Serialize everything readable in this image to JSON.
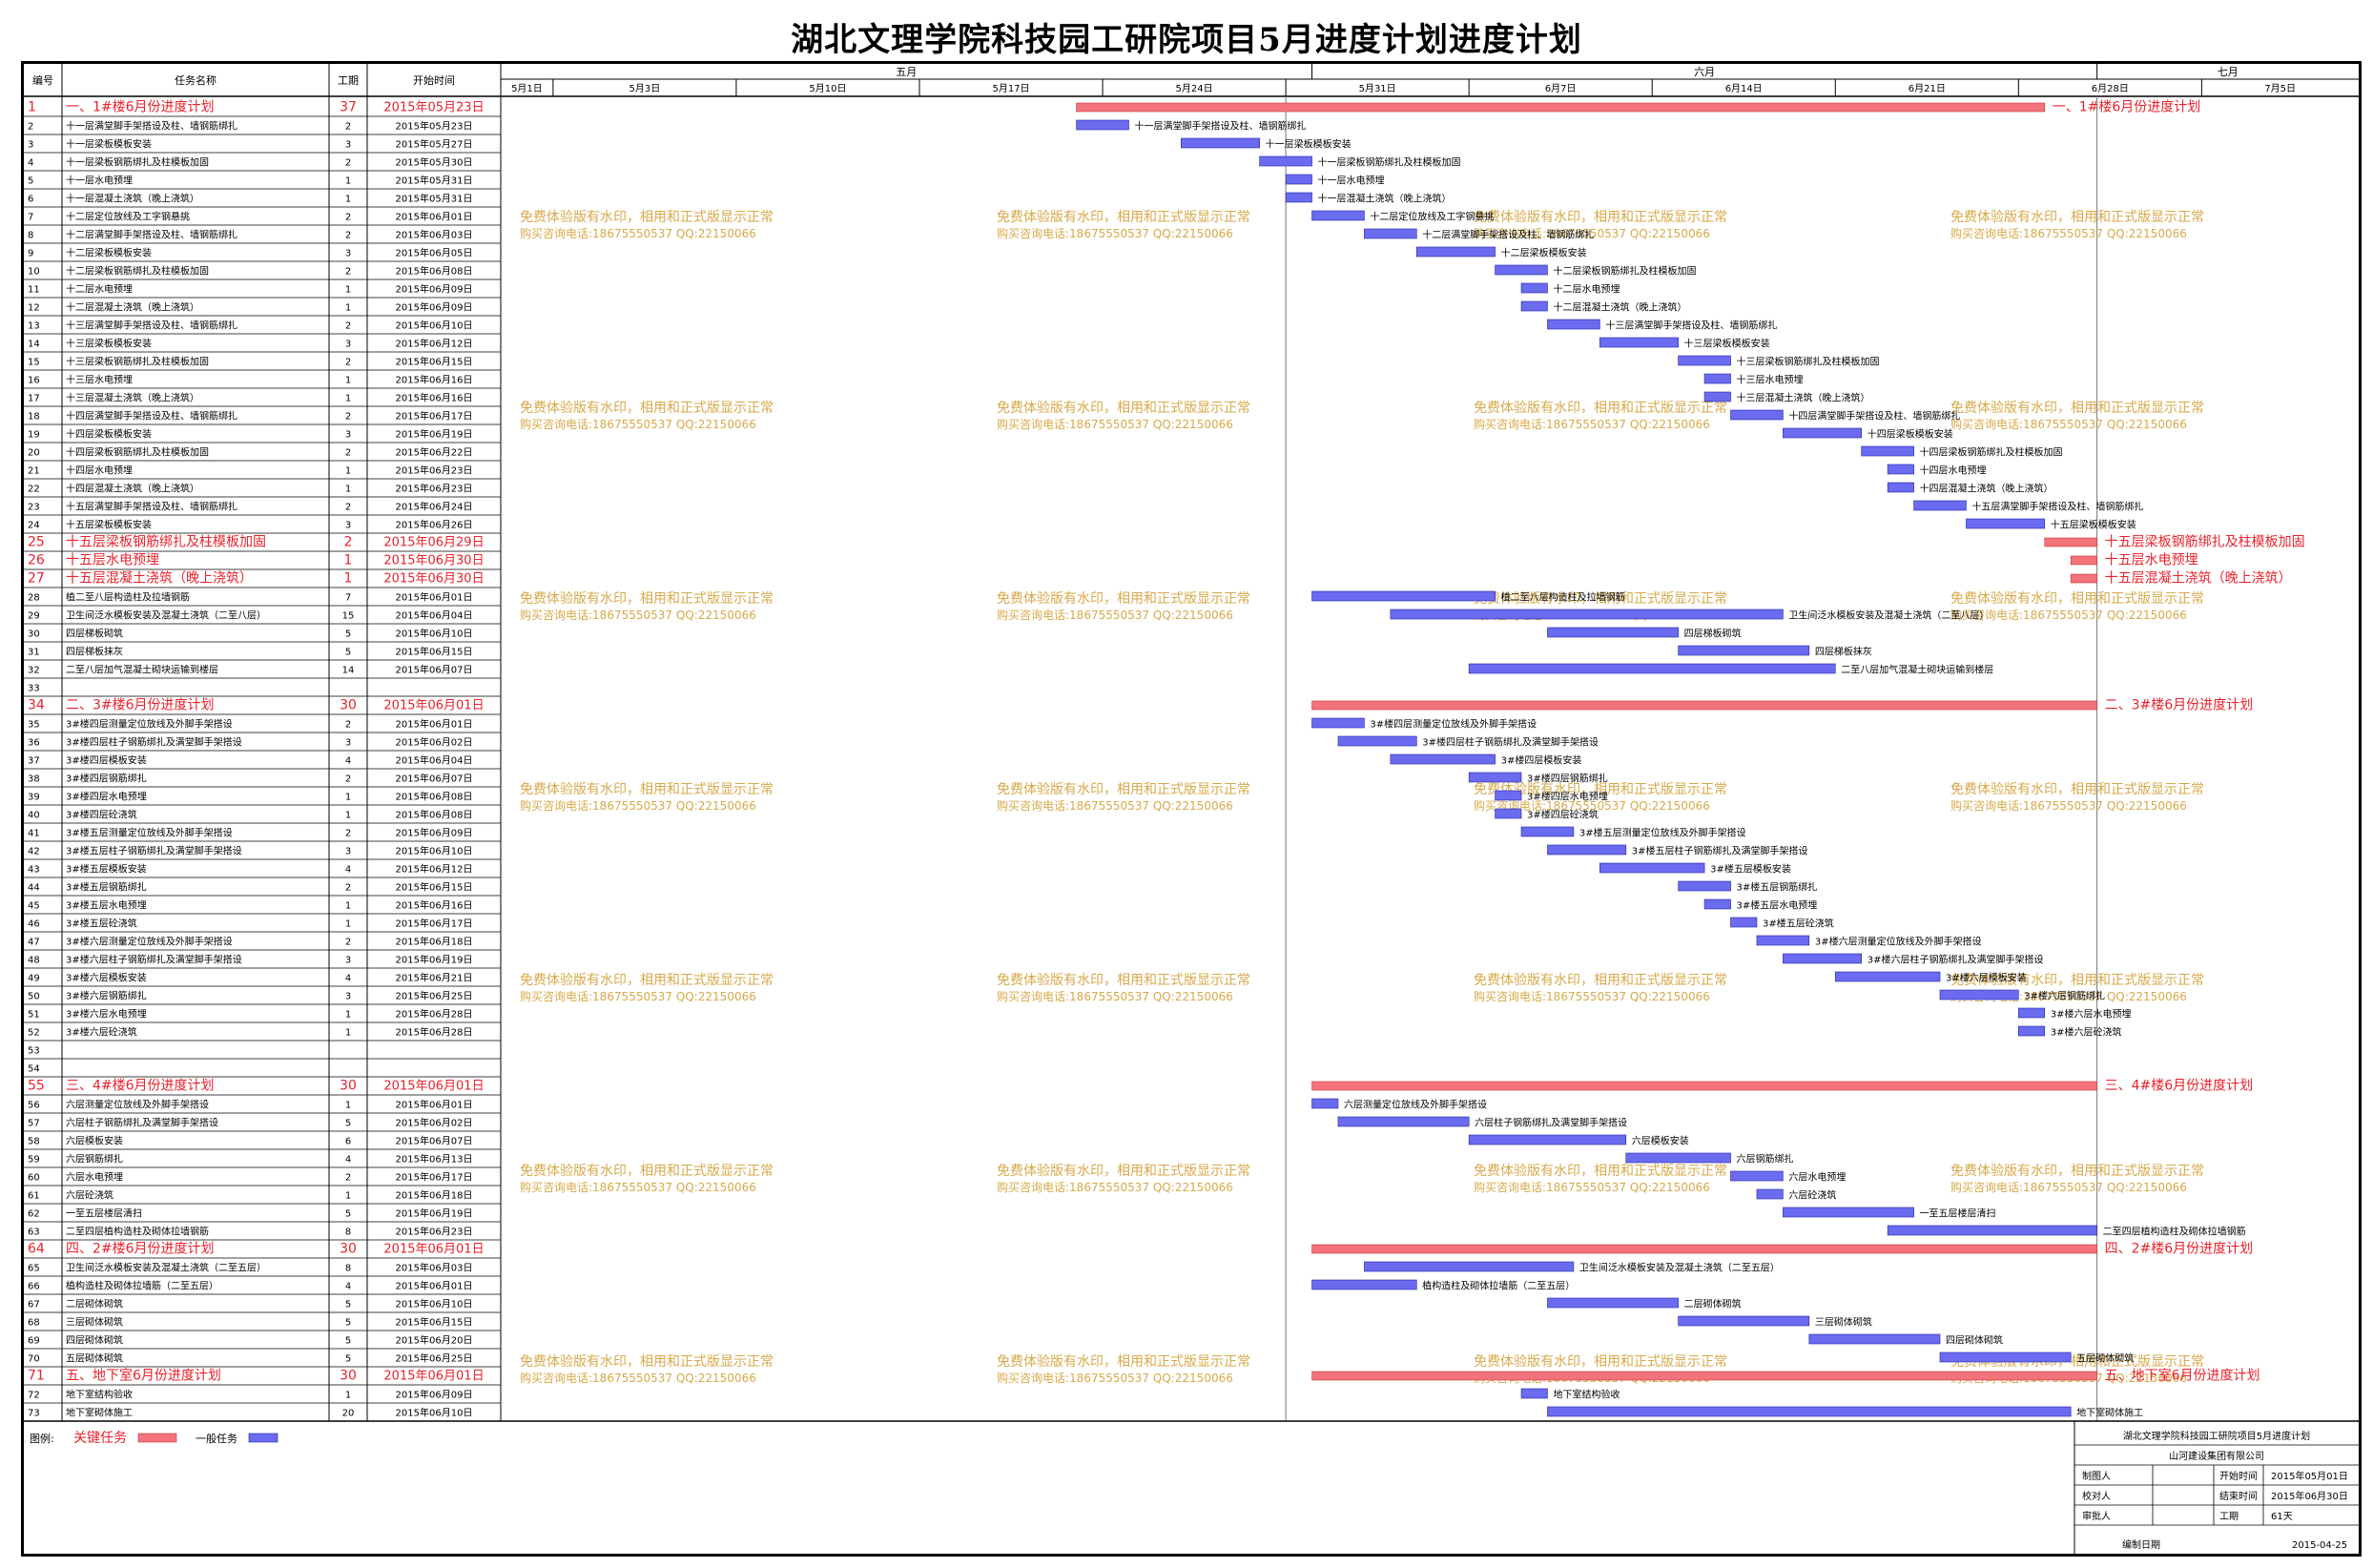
{
  "title": "湖北文理学院科技园工研院项目5月进度计划进度计划",
  "columns": {
    "no": "编号",
    "name": "任务名称",
    "duration": "工期",
    "start": "开始时间"
  },
  "timeline": {
    "months": [
      {
        "label": "五月",
        "from": 0,
        "to": 31
      },
      {
        "label": "六月",
        "from": 31,
        "to": 61
      },
      {
        "label": "七月",
        "from": 61,
        "to": 71
      }
    ],
    "dates": [
      {
        "label": "5月1日",
        "d": 0
      },
      {
        "label": "5月3日",
        "d": 2
      },
      {
        "label": "5月10日",
        "d": 9
      },
      {
        "label": "5月17日",
        "d": 16
      },
      {
        "label": "5月24日",
        "d": 23
      },
      {
        "label": "5月31日",
        "d": 30
      },
      {
        "label": "6月7日",
        "d": 37
      },
      {
        "label": "6月14日",
        "d": 44
      },
      {
        "label": "6月21日",
        "d": 51
      },
      {
        "label": "6月28日",
        "d": 58
      },
      {
        "label": "7月5日",
        "d": 65
      }
    ]
  },
  "watermark": [
    "免费体验版有水印，相用和正式版显示正常",
    "购买咨询电话:18675550537 QQ:22150066"
  ],
  "legend": {
    "label": "图例:",
    "critical": "关键任务",
    "normal": "一般任务"
  },
  "info": {
    "project": "湖北文理学院科技园工研院项目5月进度计划",
    "company": "山河建设集团有限公司",
    "maker_label": "制图人",
    "checker_label": "校对人",
    "reviewer_label": "审批人",
    "start_label": "开始时间",
    "start_value": "2015年05月01日",
    "end_label": "结束时间",
    "end_value": "2015年06月30日",
    "period_label": "工期",
    "period_value": "61天",
    "date_label": "编制日期",
    "date_value": "2015-04-25"
  },
  "chart_data": {
    "type": "gantt",
    "title": "湖北文理学院科技园工研院项目5月进度计划进度计划",
    "x_axis": "date",
    "x_range": [
      "2015-05-01",
      "2015-07-11"
    ],
    "tasks": [
      {
        "no": 1,
        "name": "一、1#楼6月份进度计划",
        "dur": 37,
        "start": "2015年05月23日",
        "critical": true
      },
      {
        "no": 2,
        "name": "十一层满堂脚手架搭设及柱、墙钢筋绑扎",
        "dur": 2,
        "start": "2015年05月23日"
      },
      {
        "no": 3,
        "name": "十一层梁板模板安装",
        "dur": 3,
        "start": "2015年05月27日"
      },
      {
        "no": 4,
        "name": "十一层梁板钢筋绑扎及柱模板加固",
        "dur": 2,
        "start": "2015年05月30日"
      },
      {
        "no": 5,
        "name": "十一层水电预埋",
        "dur": 1,
        "start": "2015年05月31日"
      },
      {
        "no": 6,
        "name": "十一层混凝土浇筑（晚上浇筑）",
        "dur": 1,
        "start": "2015年05月31日"
      },
      {
        "no": 7,
        "name": "十二层定位放线及工字钢悬挑",
        "dur": 2,
        "start": "2015年06月01日"
      },
      {
        "no": 8,
        "name": "十二层满堂脚手架搭设及柱、墙钢筋绑扎",
        "dur": 2,
        "start": "2015年06月03日"
      },
      {
        "no": 9,
        "name": "十二层梁板模板安装",
        "dur": 3,
        "start": "2015年06月05日"
      },
      {
        "no": 10,
        "name": "十二层梁板钢筋绑扎及柱模板加固",
        "dur": 2,
        "start": "2015年06月08日"
      },
      {
        "no": 11,
        "name": "十二层水电预埋",
        "dur": 1,
        "start": "2015年06月09日"
      },
      {
        "no": 12,
        "name": "十二层混凝土浇筑（晚上浇筑）",
        "dur": 1,
        "start": "2015年06月09日"
      },
      {
        "no": 13,
        "name": "十三层满堂脚手架搭设及柱、墙钢筋绑扎",
        "dur": 2,
        "start": "2015年06月10日"
      },
      {
        "no": 14,
        "name": "十三层梁板模板安装",
        "dur": 3,
        "start": "2015年06月12日"
      },
      {
        "no": 15,
        "name": "十三层梁板钢筋绑扎及柱模板加固",
        "dur": 2,
        "start": "2015年06月15日"
      },
      {
        "no": 16,
        "name": "十三层水电预埋",
        "dur": 1,
        "start": "2015年06月16日"
      },
      {
        "no": 17,
        "name": "十三层混凝土浇筑（晚上浇筑）",
        "dur": 1,
        "start": "2015年06月16日"
      },
      {
        "no": 18,
        "name": "十四层满堂脚手架搭设及柱、墙钢筋绑扎",
        "dur": 2,
        "start": "2015年06月17日"
      },
      {
        "no": 19,
        "name": "十四层梁板模板安装",
        "dur": 3,
        "start": "2015年06月19日"
      },
      {
        "no": 20,
        "name": "十四层梁板钢筋绑扎及柱模板加固",
        "dur": 2,
        "start": "2015年06月22日"
      },
      {
        "no": 21,
        "name": "十四层水电预埋",
        "dur": 1,
        "start": "2015年06月23日"
      },
      {
        "no": 22,
        "name": "十四层混凝土浇筑（晚上浇筑）",
        "dur": 1,
        "start": "2015年06月23日"
      },
      {
        "no": 23,
        "name": "十五层满堂脚手架搭设及柱、墙钢筋绑扎",
        "dur": 2,
        "start": "2015年06月24日"
      },
      {
        "no": 24,
        "name": "十五层梁板模板安装",
        "dur": 3,
        "start": "2015年06月26日"
      },
      {
        "no": 25,
        "name": "十五层梁板钢筋绑扎及柱模板加固",
        "dur": 2,
        "start": "2015年06月29日",
        "critical": true
      },
      {
        "no": 26,
        "name": "十五层水电预埋",
        "dur": 1,
        "start": "2015年06月30日",
        "critical": true
      },
      {
        "no": 27,
        "name": "十五层混凝土浇筑（晚上浇筑）",
        "dur": 1,
        "start": "2015年06月30日",
        "critical": true
      },
      {
        "no": 28,
        "name": "植二至八层构造柱及拉墙钢筋",
        "dur": 7,
        "start": "2015年06月01日"
      },
      {
        "no": 29,
        "name": "卫生间泛水模板安装及混凝土浇筑（二至八层）",
        "dur": 15,
        "start": "2015年06月04日"
      },
      {
        "no": 30,
        "name": "四层梯板砌筑",
        "dur": 5,
        "start": "2015年06月10日"
      },
      {
        "no": 31,
        "name": "四层梯板抹灰",
        "dur": 5,
        "start": "2015年06月15日"
      },
      {
        "no": 32,
        "name": "二至八层加气混凝土砌块运输到楼层",
        "dur": 14,
        "start": "2015年06月07日"
      },
      {
        "no": 33
      },
      {
        "no": 34,
        "name": "二、3#楼6月份进度计划",
        "dur": 30,
        "start": "2015年06月01日",
        "critical": true
      },
      {
        "no": 35,
        "name": "3#楼四层测量定位放线及外脚手架搭设",
        "dur": 2,
        "start": "2015年06月01日"
      },
      {
        "no": 36,
        "name": "3#楼四层柱子钢筋绑扎及满堂脚手架搭设",
        "dur": 3,
        "start": "2015年06月02日"
      },
      {
        "no": 37,
        "name": "3#楼四层模板安装",
        "dur": 4,
        "start": "2015年06月04日"
      },
      {
        "no": 38,
        "name": "3#楼四层钢筋绑扎",
        "dur": 2,
        "start": "2015年06月07日"
      },
      {
        "no": 39,
        "name": "3#楼四层水电预埋",
        "dur": 1,
        "start": "2015年06月08日"
      },
      {
        "no": 40,
        "name": "3#楼四层砼浇筑",
        "dur": 1,
        "start": "2015年06月08日"
      },
      {
        "no": 41,
        "name": "3#楼五层测量定位放线及外脚手架搭设",
        "dur": 2,
        "start": "2015年06月09日"
      },
      {
        "no": 42,
        "name": "3#楼五层柱子钢筋绑扎及满堂脚手架搭设",
        "dur": 3,
        "start": "2015年06月10日"
      },
      {
        "no": 43,
        "name": "3#楼五层模板安装",
        "dur": 4,
        "start": "2015年06月12日"
      },
      {
        "no": 44,
        "name": "3#楼五层钢筋绑扎",
        "dur": 2,
        "start": "2015年06月15日"
      },
      {
        "no": 45,
        "name": "3#楼五层水电预埋",
        "dur": 1,
        "start": "2015年06月16日"
      },
      {
        "no": 46,
        "name": "3#楼五层砼浇筑",
        "dur": 1,
        "start": "2015年06月17日"
      },
      {
        "no": 47,
        "name": "3#楼六层测量定位放线及外脚手架搭设",
        "dur": 2,
        "start": "2015年06月18日"
      },
      {
        "no": 48,
        "name": "3#楼六层柱子钢筋绑扎及满堂脚手架搭设",
        "dur": 3,
        "start": "2015年06月19日"
      },
      {
        "no": 49,
        "name": "3#楼六层模板安装",
        "dur": 4,
        "start": "2015年06月21日"
      },
      {
        "no": 50,
        "name": "3#楼六层钢筋绑扎",
        "dur": 3,
        "start": "2015年06月25日"
      },
      {
        "no": 51,
        "name": "3#楼六层水电预埋",
        "dur": 1,
        "start": "2015年06月28日"
      },
      {
        "no": 52,
        "name": "3#楼六层砼浇筑",
        "dur": 1,
        "start": "2015年06月28日"
      },
      {
        "no": 53
      },
      {
        "no": 54
      },
      {
        "no": 55,
        "name": "三、4#楼6月份进度计划",
        "dur": 30,
        "start": "2015年06月01日",
        "critical": true
      },
      {
        "no": 56,
        "name": "六层测量定位放线及外脚手架搭设",
        "dur": 1,
        "start": "2015年06月01日"
      },
      {
        "no": 57,
        "name": "六层柱子钢筋绑扎及满堂脚手架搭设",
        "dur": 5,
        "start": "2015年06月02日"
      },
      {
        "no": 58,
        "name": "六层模板安装",
        "dur": 6,
        "start": "2015年06月07日"
      },
      {
        "no": 59,
        "name": "六层钢筋绑扎",
        "dur": 4,
        "start": "2015年06月13日"
      },
      {
        "no": 60,
        "name": "六层水电预埋",
        "dur": 2,
        "start": "2015年06月17日"
      },
      {
        "no": 61,
        "name": "六层砼浇筑",
        "dur": 1,
        "start": "2015年06月18日"
      },
      {
        "no": 62,
        "name": "一至五层楼层清扫",
        "dur": 5,
        "start": "2015年06月19日"
      },
      {
        "no": 63,
        "name": "二至四层植构造柱及砌体拉墙钢筋",
        "dur": 8,
        "start": "2015年06月23日"
      },
      {
        "no": 64,
        "name": "四、2#楼6月份进度计划",
        "dur": 30,
        "start": "2015年06月01日",
        "critical": true
      },
      {
        "no": 65,
        "name": "卫生间泛水模板安装及混凝土浇筑（二至五层）",
        "dur": 8,
        "start": "2015年06月03日"
      },
      {
        "no": 66,
        "name": "植构造柱及砌体拉墙筋（二至五层）",
        "dur": 4,
        "start": "2015年06月01日"
      },
      {
        "no": 67,
        "name": "二层砌体砌筑",
        "dur": 5,
        "start": "2015年06月10日"
      },
      {
        "no": 68,
        "name": "三层砌体砌筑",
        "dur": 5,
        "start": "2015年06月15日"
      },
      {
        "no": 69,
        "name": "四层砌体砌筑",
        "dur": 5,
        "start": "2015年06月20日"
      },
      {
        "no": 70,
        "name": "五层砌体砌筑",
        "dur": 5,
        "start": "2015年06月25日"
      },
      {
        "no": 71,
        "name": "五、地下室6月份进度计划",
        "dur": 30,
        "start": "2015年06月01日",
        "critical": true
      },
      {
        "no": 72,
        "name": "地下室结构验收",
        "dur": 1,
        "start": "2015年06月09日"
      },
      {
        "no": 73,
        "name": "地下室砌体施工",
        "dur": 20,
        "start": "2015年06月10日"
      }
    ]
  },
  "colors": {
    "critical": "#f2737b",
    "normal": "#6b6bf0",
    "critical_text": "#e8222c",
    "watermark": "#d7a94a"
  }
}
